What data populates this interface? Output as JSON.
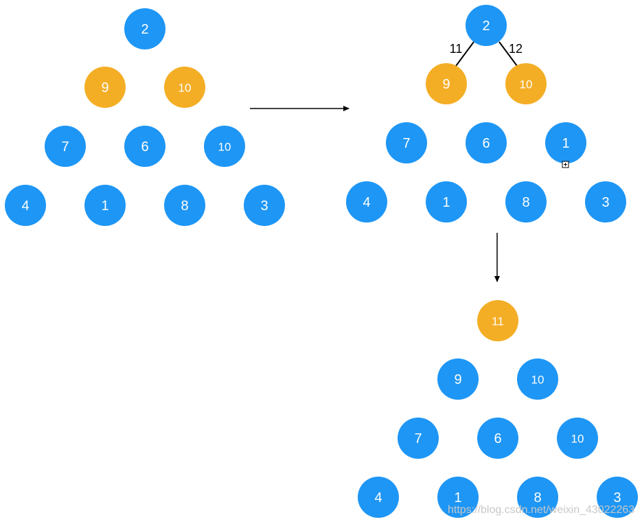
{
  "colors": {
    "blue": "#1e96f5",
    "orange": "#f4ae25",
    "arrow": "#000000",
    "text": "#ffffff",
    "watermark": "#c8c8c8"
  },
  "diagrams": [
    {
      "id": "heap-before",
      "nodes": [
        {
          "label": "2",
          "color": "blue"
        },
        {
          "label": "9",
          "color": "orange"
        },
        {
          "label": "10",
          "color": "orange"
        },
        {
          "label": "7",
          "color": "blue"
        },
        {
          "label": "6",
          "color": "blue"
        },
        {
          "label": "10",
          "color": "blue"
        },
        {
          "label": "4",
          "color": "blue"
        },
        {
          "label": "1",
          "color": "blue"
        },
        {
          "label": "8",
          "color": "blue"
        },
        {
          "label": "3",
          "color": "blue"
        }
      ]
    },
    {
      "id": "heap-merge",
      "nodes": [
        {
          "label": "2",
          "color": "blue"
        },
        {
          "label": "9",
          "color": "orange"
        },
        {
          "label": "10",
          "color": "orange"
        },
        {
          "label": "7",
          "color": "blue"
        },
        {
          "label": "6",
          "color": "blue"
        },
        {
          "label": "1",
          "color": "blue"
        },
        {
          "label": "4",
          "color": "blue"
        },
        {
          "label": "1",
          "color": "blue"
        },
        {
          "label": "8",
          "color": "blue"
        },
        {
          "label": "3",
          "color": "blue"
        }
      ],
      "edge_labels": [
        "11",
        "12"
      ]
    },
    {
      "id": "heap-after",
      "nodes": [
        {
          "label": "11",
          "color": "orange"
        },
        {
          "label": "9",
          "color": "blue"
        },
        {
          "label": "10",
          "color": "blue"
        },
        {
          "label": "7",
          "color": "blue"
        },
        {
          "label": "6",
          "color": "blue"
        },
        {
          "label": "10",
          "color": "blue"
        },
        {
          "label": "4",
          "color": "blue"
        },
        {
          "label": "1",
          "color": "blue"
        },
        {
          "label": "8",
          "color": "blue"
        },
        {
          "label": "3",
          "color": "blue"
        }
      ]
    }
  ],
  "watermark": "https://blog.csdn.net/weixin_43022263"
}
